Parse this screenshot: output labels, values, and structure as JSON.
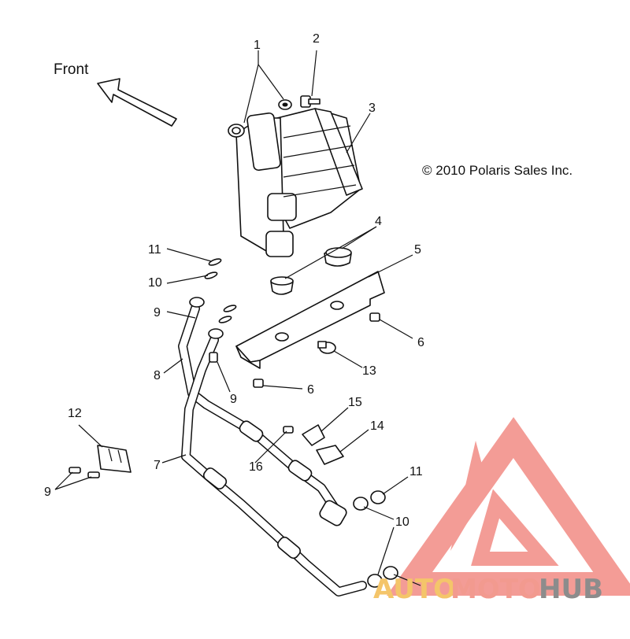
{
  "diagram": {
    "front_label": "Front",
    "copyright": "© 2010 Polaris Sales Inc.",
    "callouts": [
      "1",
      "2",
      "3",
      "4",
      "5",
      "6",
      "6",
      "7",
      "8",
      "9",
      "9",
      "9",
      "10",
      "10",
      "11",
      "11",
      "12",
      "13",
      "14",
      "15",
      "16"
    ]
  },
  "watermark": {
    "word_1": "AUTO",
    "word_2": "MOTO",
    "word_3": "HUB",
    "colors": {
      "auto": "#f4c56a",
      "moto": "#f29a8f",
      "hub": "#8c8c8c",
      "triangle": "#f28b84"
    }
  }
}
